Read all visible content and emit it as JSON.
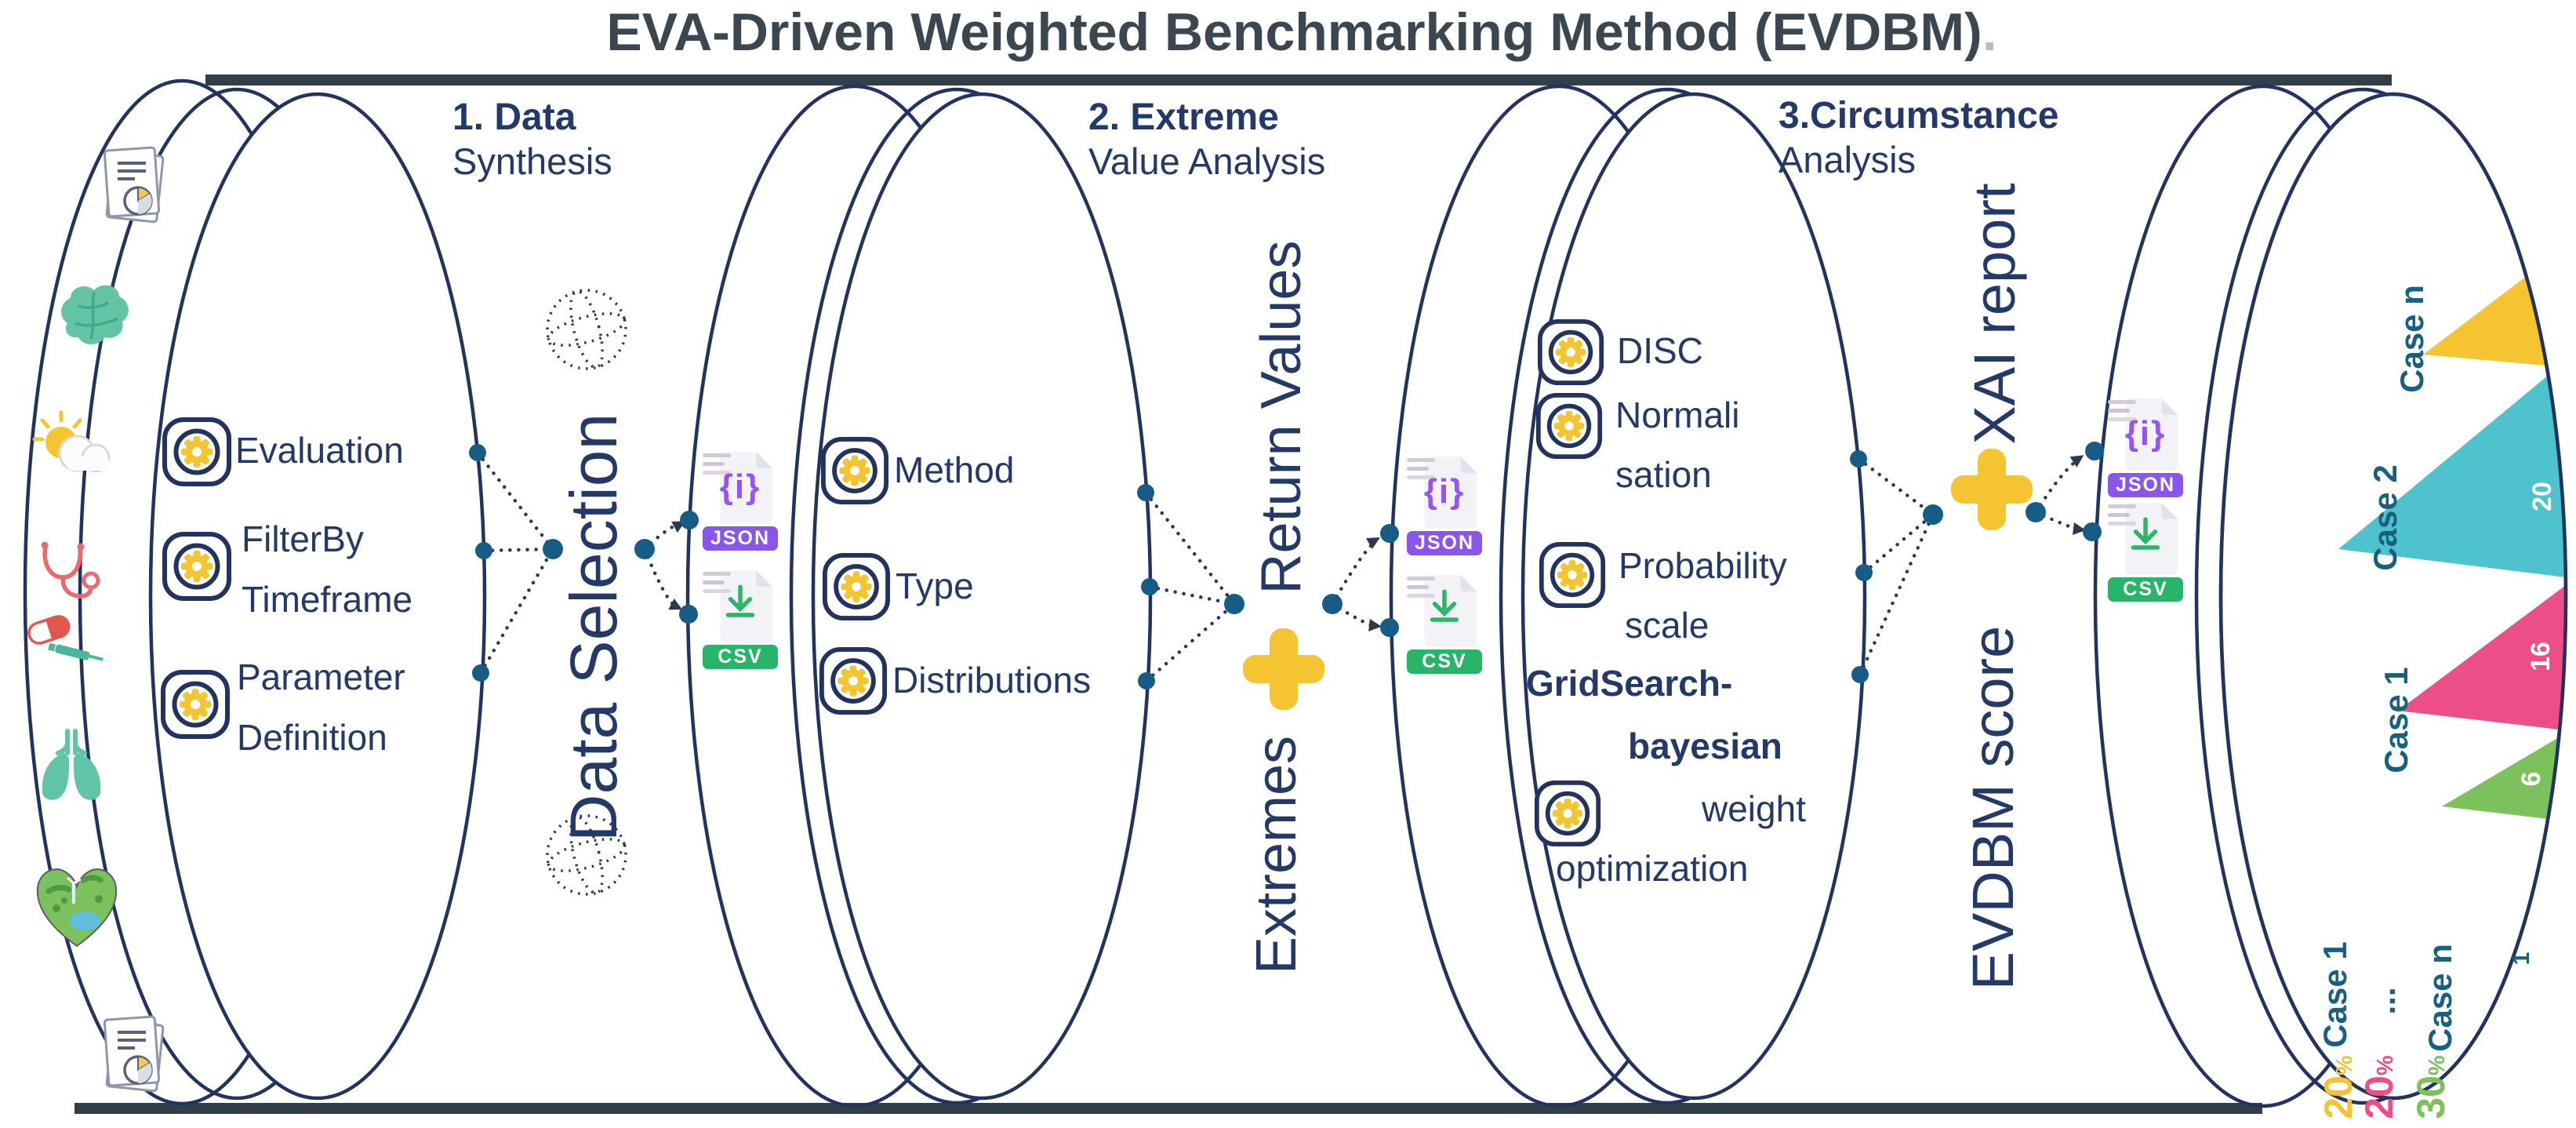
{
  "title": "EVA-Driven Weighted Benchmarking Method (EVDBM)",
  "title_period": ".",
  "stages": [
    {
      "heading": "1. Data",
      "subheading": "Synthesis",
      "items": [
        {
          "lines": [
            "Evaluation"
          ]
        },
        {
          "lines": [
            "FilterBy",
            "Timeframe"
          ]
        },
        {
          "lines": [
            "Parameter",
            "Definition"
          ]
        }
      ]
    },
    {
      "heading": "2. Extreme",
      "subheading": "Value Analysis",
      "items": [
        {
          "lines": [
            "Method"
          ]
        },
        {
          "lines": [
            "Type"
          ]
        },
        {
          "lines": [
            "Distributions"
          ]
        }
      ]
    },
    {
      "heading": "3.Circumstance",
      "subheading": "Analysis",
      "items": [
        {
          "lines": [
            "DISC"
          ]
        },
        {
          "lines": [
            "Normali",
            "sation"
          ]
        },
        {
          "lines": [
            "Probability",
            "scale"
          ]
        }
      ],
      "bold_note": {
        "lines": [
          "GridSearch-",
          "bayesian"
        ]
      },
      "weight_item": {
        "lines": [
          "weight",
          "optimization"
        ]
      }
    }
  ],
  "flow_labels": {
    "stage1": "Data Selection",
    "stage2_top": "Return Values",
    "stage2_bottom": "Extremes",
    "stage3_top": "XAI report",
    "stage3_bottom": "EVDBM score"
  },
  "file_badges": {
    "json_glyph": "{i}",
    "json": "JSON",
    "csv": "CSV"
  },
  "source_icons": [
    "report",
    "brain",
    "weather",
    "stethoscope",
    "medication",
    "lungs",
    "land-heart",
    "report"
  ],
  "output": {
    "pennants": [
      {
        "case": "Case n",
        "value": "",
        "color": "#F5C431"
      },
      {
        "case": "Case 2",
        "value": "20",
        "color": "#4EC3CD"
      },
      {
        "case": "Case 1",
        "value": "16",
        "color": "#EC4E87"
      },
      {
        "case": "",
        "value": "6",
        "color": "#7CC15C"
      }
    ],
    "scale_min": "1",
    "percent_symbol": "%",
    "legend": [
      {
        "label": "Case 1",
        "pct": "20",
        "color": "#F2C431"
      },
      {
        "label": "...",
        "pct": "20",
        "color": "#EC4E87"
      },
      {
        "label": "Case n",
        "pct": "30",
        "color": "#7CC15C"
      }
    ]
  },
  "colors": {
    "navy": "#22335F",
    "slate_title": "#3A4750",
    "node_blue": "#175B87",
    "accent_yellow": "#F5C431",
    "json_purple": "#8A55EC",
    "csv_green": "#27B56A",
    "teal": "#4EC3CD",
    "pink": "#EC4E87",
    "green": "#7CC15C",
    "case_label": "#17607F"
  }
}
